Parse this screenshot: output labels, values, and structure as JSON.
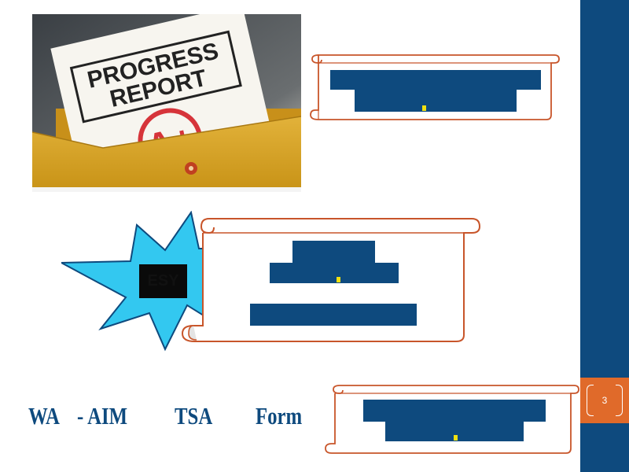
{
  "slide": {
    "page_number": "3",
    "badge_text": "ESY"
  },
  "bottom_labels": {
    "wa": "WA",
    "aim": "- AIM",
    "tsa": "TSA",
    "form": "Form"
  },
  "image": {
    "sign_line1": "PROGRESS",
    "sign_line2": "REPORT",
    "grade": "A+"
  },
  "colors": {
    "sidebar": "#0e4a7e",
    "accent": "#e06a2a",
    "scroll_stroke": "#c8552a",
    "bar_fill": "#0e4a7e",
    "starburst_fill": "#33c8f0",
    "highlight": "#f0e010"
  }
}
